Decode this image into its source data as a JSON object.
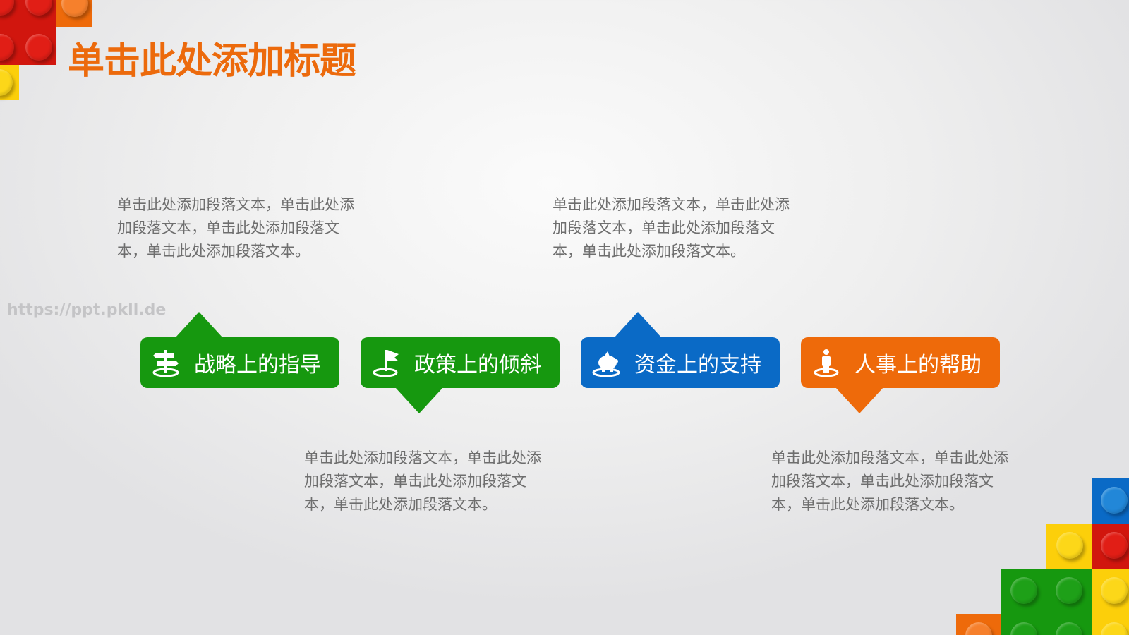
{
  "title": "单击此处添加标题",
  "watermark": "https://ppt.pkll.de",
  "colors": {
    "title": "#ec6a0c",
    "green": "#16980f",
    "blue": "#0a6ac6",
    "orange": "#ee6a0a",
    "paragraph": "#6e6e6e"
  },
  "items": [
    {
      "label": "战略上的指导",
      "icon": "signpost-icon",
      "color": "green",
      "pointer": "up",
      "paragraph": "单击此处添加段落文本，单击此处添加段落文本，单击此处添加段落文本，单击此处添加段落文本。"
    },
    {
      "label": "政策上的倾斜",
      "icon": "flag-icon",
      "color": "green",
      "pointer": "down",
      "paragraph": "单击此处添加段落文本，单击此处添加段落文本，单击此处添加段落文本，单击此处添加段落文本。"
    },
    {
      "label": "资金上的支持",
      "icon": "piggy-bank-icon",
      "color": "blue",
      "pointer": "up",
      "paragraph": "单击此处添加段落文本，单击此处添加段落文本，单击此处添加段落文本，单击此处添加段落文本。"
    },
    {
      "label": "人事上的帮助",
      "icon": "person-icon",
      "color": "orange",
      "pointer": "down",
      "paragraph": "单击此处添加段落文本，单击此处添加段落文本，单击此处添加段落文本，单击此处添加段落文本。"
    }
  ]
}
